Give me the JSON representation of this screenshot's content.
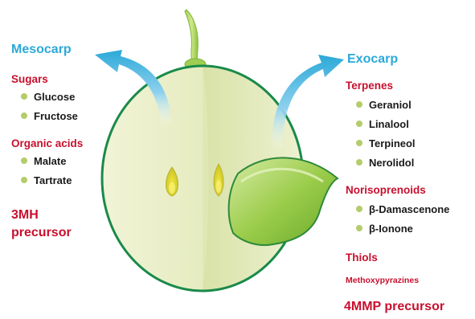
{
  "left": {
    "region": "Mesocarp",
    "groups": [
      {
        "title": "Sugars",
        "items": [
          "Glucose",
          "Fructose"
        ]
      },
      {
        "title": "Organic acids",
        "items": [
          "Malate",
          "Tartrate"
        ]
      }
    ],
    "precursor": [
      "3MH",
      "precursor"
    ]
  },
  "right": {
    "region": "Exocarp",
    "groups": [
      {
        "title": "Terpenes",
        "items": [
          "Geraniol",
          "Linalool",
          "Terpineol",
          "Nerolidol"
        ]
      },
      {
        "title": "Norisoprenoids",
        "items": [
          "β-Damascenone",
          "β-Ionone"
        ]
      }
    ],
    "thiols": "Thiols",
    "methoxypyrazines": "Methoxypyrazines",
    "precursor": "4MMP precursor"
  },
  "colors": {
    "region_text": "#2ba9d8",
    "category_text": "#c8102e",
    "bullet": "#b5cc6a",
    "arrow": "#3fb0e0",
    "berry_outline": "#1a8a4a",
    "berry_flesh": "#e9efc4",
    "skin": "#8cc43c",
    "seed": "#e5d628"
  },
  "icons": [
    "grape-berry-illustration",
    "mesocarp-arrow-icon",
    "exocarp-arrow-icon"
  ]
}
